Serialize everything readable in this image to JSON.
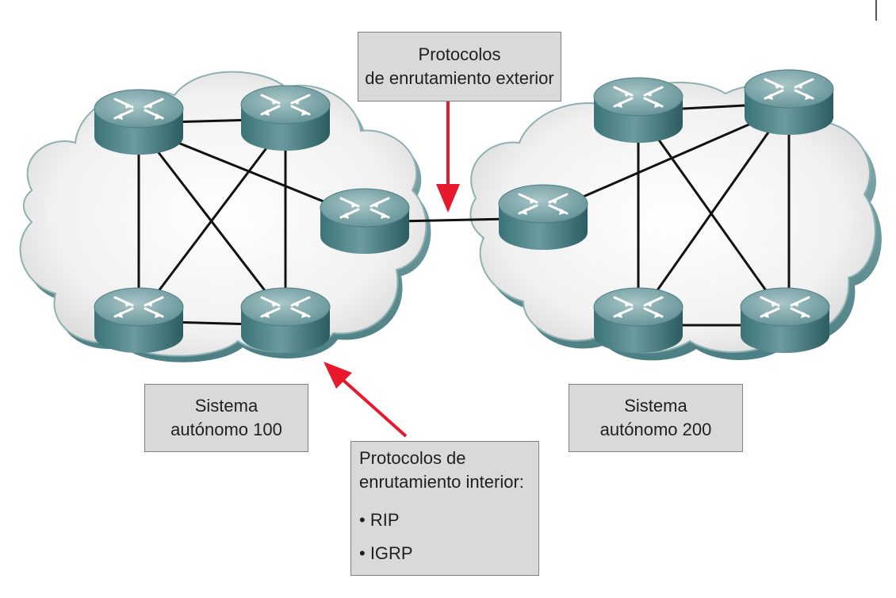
{
  "exterior_label": {
    "line1": "Protocolos",
    "line2": "de enrutamiento exterior"
  },
  "as100_label": {
    "line1": "Sistema",
    "line2": "autónomo 100"
  },
  "as200_label": {
    "line1": "Sistema",
    "line2": "autónomo 200"
  },
  "interior_label": {
    "line1": "Protocolos de",
    "line2": "enrutamiento interior:",
    "bullets": [
      "• RIP",
      "• IGRP"
    ]
  },
  "colors": {
    "arrow": "#e8192c",
    "router_top": "#7aa2a5",
    "router_side": "#2f6468",
    "cloud_rim": "#6c9b9e"
  }
}
